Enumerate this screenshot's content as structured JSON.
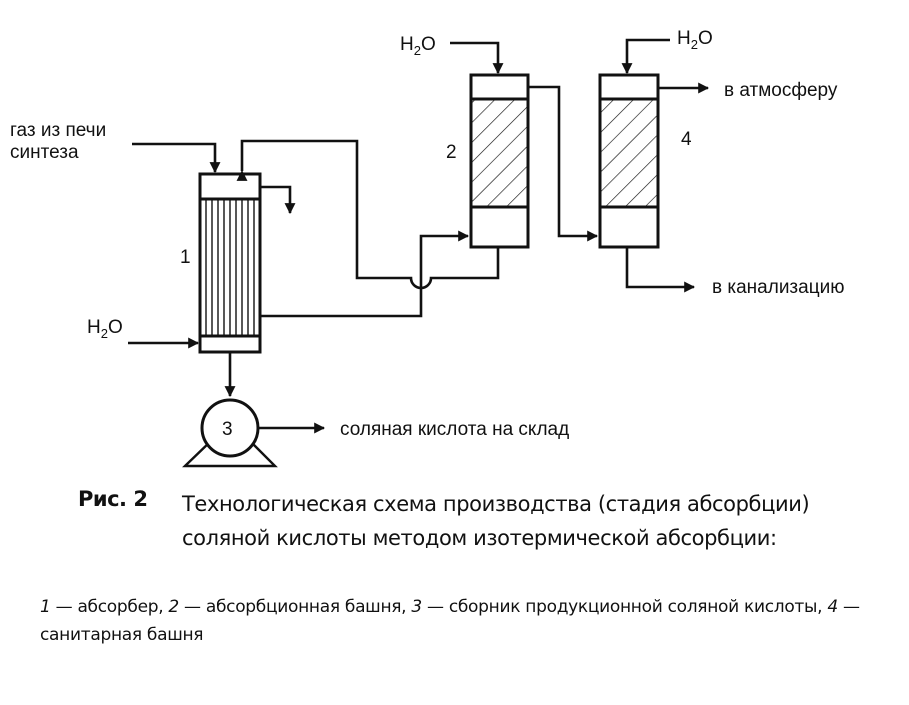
{
  "figure": {
    "label": "Рис. 2",
    "title": "Технологическая схема производства (стадия абсорбции) соляной кислоты методом изотермической абсорбции:",
    "legend": [
      {
        "num": "1",
        "text": " — абсорбер, "
      },
      {
        "num": "2",
        "text": " — абсорбционная башня, "
      },
      {
        "num": "3",
        "text": " — сборник продукционной соляной кислоты, "
      },
      {
        "num": "4",
        "text": " — санитарная башня"
      }
    ]
  },
  "diagram": {
    "units": {
      "absorber": "1",
      "absorption_tower": "2",
      "collector_pump": "3",
      "sanitary_tower": "4"
    },
    "streams": {
      "synthesis_gas_line1": "газ из печи",
      "synthesis_gas_line2": "синтеза",
      "water_absorber": "H",
      "water_tower2": "H",
      "water_tower4": "H",
      "water_subscript": "2",
      "water_suffix": "O",
      "to_atmosphere": "в атмосферу",
      "to_sewer": "в канализацию",
      "acid_to_storage": "соляная кислота на склад"
    }
  }
}
